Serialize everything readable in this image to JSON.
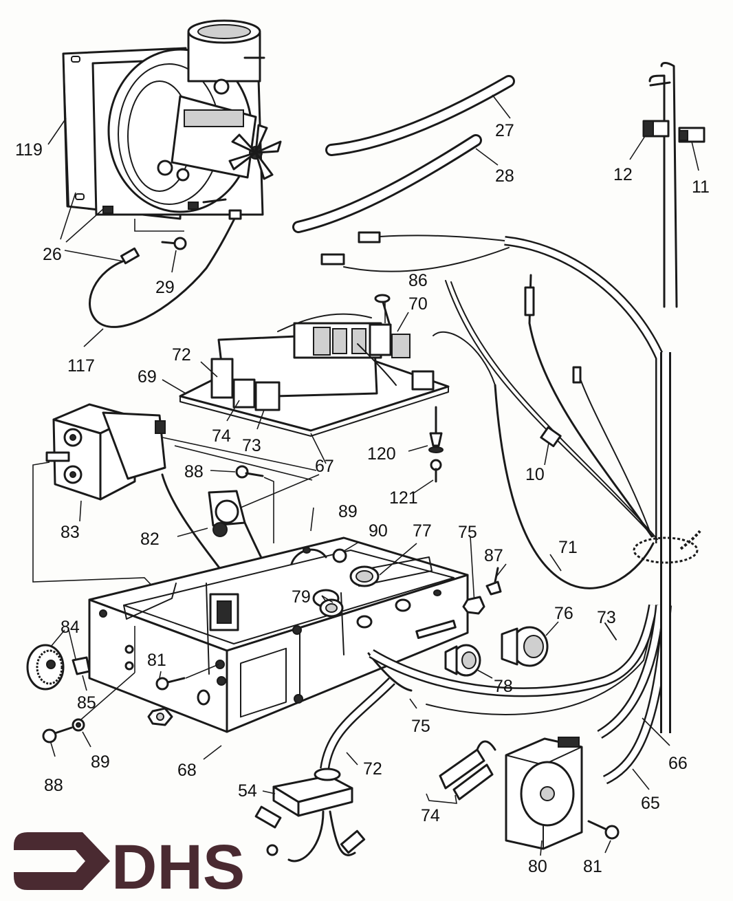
{
  "logo": {
    "text": "DHS",
    "color": "#4a2a31"
  },
  "labels": [
    {
      "key": "l119",
      "text": "119"
    },
    {
      "key": "l26",
      "text": "26"
    },
    {
      "key": "l29",
      "text": "29"
    },
    {
      "key": "l117",
      "text": "117"
    },
    {
      "key": "l27",
      "text": "27"
    },
    {
      "key": "l28",
      "text": "28"
    },
    {
      "key": "l12",
      "text": "12"
    },
    {
      "key": "l11",
      "text": "11"
    },
    {
      "key": "l86",
      "text": "86"
    },
    {
      "key": "l70",
      "text": "70"
    },
    {
      "key": "l72a",
      "text": "72"
    },
    {
      "key": "l69",
      "text": "69"
    },
    {
      "key": "l74a",
      "text": "74"
    },
    {
      "key": "l73a",
      "text": "73"
    },
    {
      "key": "l67",
      "text": "67"
    },
    {
      "key": "l120",
      "text": "120"
    },
    {
      "key": "l121",
      "text": "121"
    },
    {
      "key": "l10",
      "text": "10"
    },
    {
      "key": "l88a",
      "text": "88"
    },
    {
      "key": "l83",
      "text": "83"
    },
    {
      "key": "l82",
      "text": "82"
    },
    {
      "key": "l89a",
      "text": "89"
    },
    {
      "key": "l90",
      "text": "90"
    },
    {
      "key": "l77",
      "text": "77"
    },
    {
      "key": "l75a",
      "text": "75"
    },
    {
      "key": "l87",
      "text": "87"
    },
    {
      "key": "l71",
      "text": "71"
    },
    {
      "key": "l79",
      "text": "79"
    },
    {
      "key": "l76",
      "text": "76"
    },
    {
      "key": "l73b",
      "text": "73"
    },
    {
      "key": "l84",
      "text": "84"
    },
    {
      "key": "l81a",
      "text": "81"
    },
    {
      "key": "l85",
      "text": "85"
    },
    {
      "key": "l78",
      "text": "78"
    },
    {
      "key": "l75b",
      "text": "75"
    },
    {
      "key": "l88b",
      "text": "88"
    },
    {
      "key": "l89b",
      "text": "89"
    },
    {
      "key": "l68",
      "text": "68"
    },
    {
      "key": "l72b",
      "text": "72"
    },
    {
      "key": "l66",
      "text": "66"
    },
    {
      "key": "l54",
      "text": "54"
    },
    {
      "key": "l74b",
      "text": "74"
    },
    {
      "key": "l65",
      "text": "65"
    },
    {
      "key": "l80",
      "text": "80"
    },
    {
      "key": "l81b",
      "text": "81"
    }
  ]
}
